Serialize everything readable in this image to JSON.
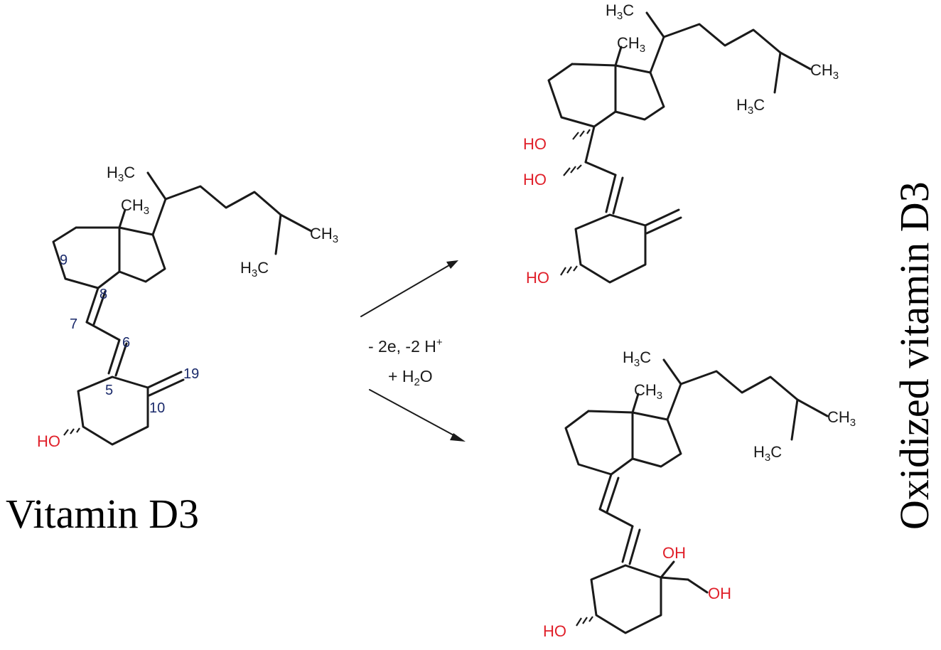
{
  "left_molecule": {
    "name": "Vitamin D3",
    "labels": {
      "h3c_top": "H",
      "h3c_top_sub": "3",
      "h3c_top_c": "C",
      "ch3_angular": "CH",
      "ch3_angular_sub": "3",
      "ch3_right": "CH",
      "ch3_right_sub": "3",
      "h3c_bottom": "H",
      "h3c_bottom_sub": "3",
      "h3c_bottom_c": "C",
      "ho": "HO"
    },
    "atom_numbers": [
      "9",
      "8",
      "7",
      "6",
      "19",
      "5",
      "10"
    ]
  },
  "reaction_conditions": {
    "line1": "- 2e, -2 H",
    "line1_sup": "+",
    "line2_pre": "+ H",
    "line2_sub": "2",
    "line2_post": "O"
  },
  "product_top": {
    "labels": {
      "h3c_top": "H",
      "h3c_top_sub": "3",
      "h3c_top_c": "C",
      "ch3_angular": "CH",
      "ch3_angular_sub": "3",
      "ch3_right": "CH",
      "ch3_right_sub": "3",
      "h3c_bottom": "H",
      "h3c_bottom_sub": "3",
      "h3c_bottom_c": "C",
      "ho1": "HO",
      "ho2": "HO",
      "ho3": "HO"
    }
  },
  "product_bottom": {
    "labels": {
      "h3c_top": "H",
      "h3c_top_sub": "3",
      "h3c_top_c": "C",
      "ch3_angular": "CH",
      "ch3_angular_sub": "3",
      "ch3_right": "CH",
      "ch3_right_sub": "3",
      "h3c_bottom": "H",
      "h3c_bottom_sub": "3",
      "h3c_bottom_c": "C",
      "oh1": "OH",
      "oh2": "OH",
      "ho": "HO"
    }
  },
  "products_caption": "Oxidized vitamin D3",
  "colors": {
    "heteroatom": "#e0202a",
    "bond": "#1a1a1a",
    "atom_number": "#1a2a6b"
  }
}
